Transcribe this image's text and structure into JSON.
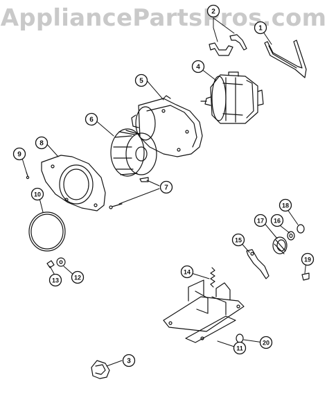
{
  "watermark": "AppliancePartsPros.com",
  "colors": {
    "ink": "#111111",
    "watermark": "#c9c9c9",
    "background": "#ffffff"
  },
  "callouts": [
    {
      "id": "1",
      "label": "1"
    },
    {
      "id": "2",
      "label": "2"
    },
    {
      "id": "3",
      "label": "3"
    },
    {
      "id": "4",
      "label": "4"
    },
    {
      "id": "5",
      "label": "5"
    },
    {
      "id": "6",
      "label": "6"
    },
    {
      "id": "7",
      "label": "7"
    },
    {
      "id": "8",
      "label": "8"
    },
    {
      "id": "9",
      "label": "9"
    },
    {
      "id": "10",
      "label": "10"
    },
    {
      "id": "11",
      "label": "11"
    },
    {
      "id": "12",
      "label": "12"
    },
    {
      "id": "13",
      "label": "13"
    },
    {
      "id": "14",
      "label": "14"
    },
    {
      "id": "15",
      "label": "15"
    },
    {
      "id": "16",
      "label": "16"
    },
    {
      "id": "17",
      "label": "17"
    },
    {
      "id": "18",
      "label": "18"
    },
    {
      "id": "19",
      "label": "19"
    },
    {
      "id": "20",
      "label": "20"
    }
  ]
}
